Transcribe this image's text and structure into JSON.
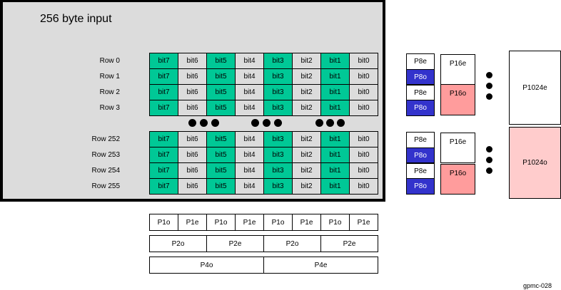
{
  "title": "256 byte input",
  "bit_columns": [
    "bit7",
    "bit6",
    "bit5",
    "bit4",
    "bit3",
    "bit2",
    "bit1",
    "bit0"
  ],
  "rows_top": [
    "Row 0",
    "Row 1",
    "Row 2",
    "Row 3"
  ],
  "rows_bottom": [
    "Row 252",
    "Row 253",
    "Row 254",
    "Row 255"
  ],
  "colors": {
    "panel_bg": "#dcdcdc",
    "odd_bit_green": "#00c896",
    "p8o_blue": "#3333cc",
    "p1o_red": "#ff5252",
    "p2o_pink": "#ff9c9c",
    "p4o_light_pink": "#ffcccc"
  },
  "p8_group": [
    "P8e",
    "P8o",
    "P8e",
    "P8o"
  ],
  "p16_group": [
    "P16e",
    "P16o"
  ],
  "p1024": [
    "P1024e",
    "P1024o"
  ],
  "p1_row": [
    "P1o",
    "P1e",
    "P1o",
    "P1e",
    "P1o",
    "P1e",
    "P1o",
    "P1e"
  ],
  "p2_row": [
    "P2o",
    "P2e",
    "P2o",
    "P2e"
  ],
  "p4_row": [
    "P4o",
    "P4e"
  ],
  "caption": "gpmc-028"
}
